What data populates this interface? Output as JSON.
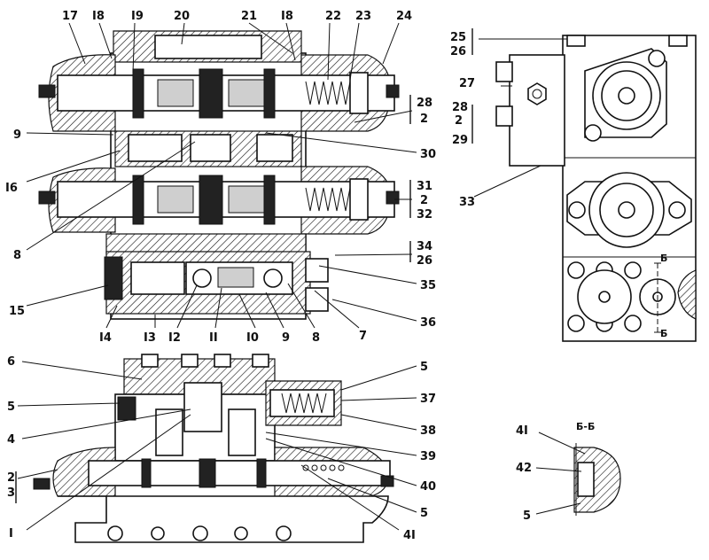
{
  "labels": {
    "top_row": [
      "17",
      "I8",
      "I9",
      "20",
      "21",
      "I8",
      "22",
      "23",
      "24"
    ],
    "left_col": [
      "9",
      "I6",
      "8",
      "15"
    ],
    "bottom_row": [
      "I4",
      "I3",
      "I2",
      "II",
      "I0",
      "9",
      "8",
      "7"
    ],
    "right_col": {
      "l28": "28",
      "l2a": "2",
      "l30": "30",
      "l31": "31",
      "l2b": "2",
      "l32": "32",
      "l34": "34",
      "l26": "26",
      "l35": "35",
      "l36": "36"
    },
    "side_view": {
      "l25": "25",
      "l26": "26",
      "l27": "27",
      "l28": "28",
      "l2": "2",
      "l29": "29",
      "l33": "33",
      "section_mark_top": "Б",
      "section_mark_bottom": "Б"
    },
    "lower_view": {
      "left": [
        "6",
        "5",
        "4",
        "2",
        "3",
        "I"
      ],
      "right": [
        "5",
        "37",
        "38",
        "39",
        "40",
        "5",
        "4I"
      ]
    },
    "section_view": {
      "title": "Б-Б",
      "l41": "4I",
      "l42": "42",
      "l5": "5"
    }
  }
}
